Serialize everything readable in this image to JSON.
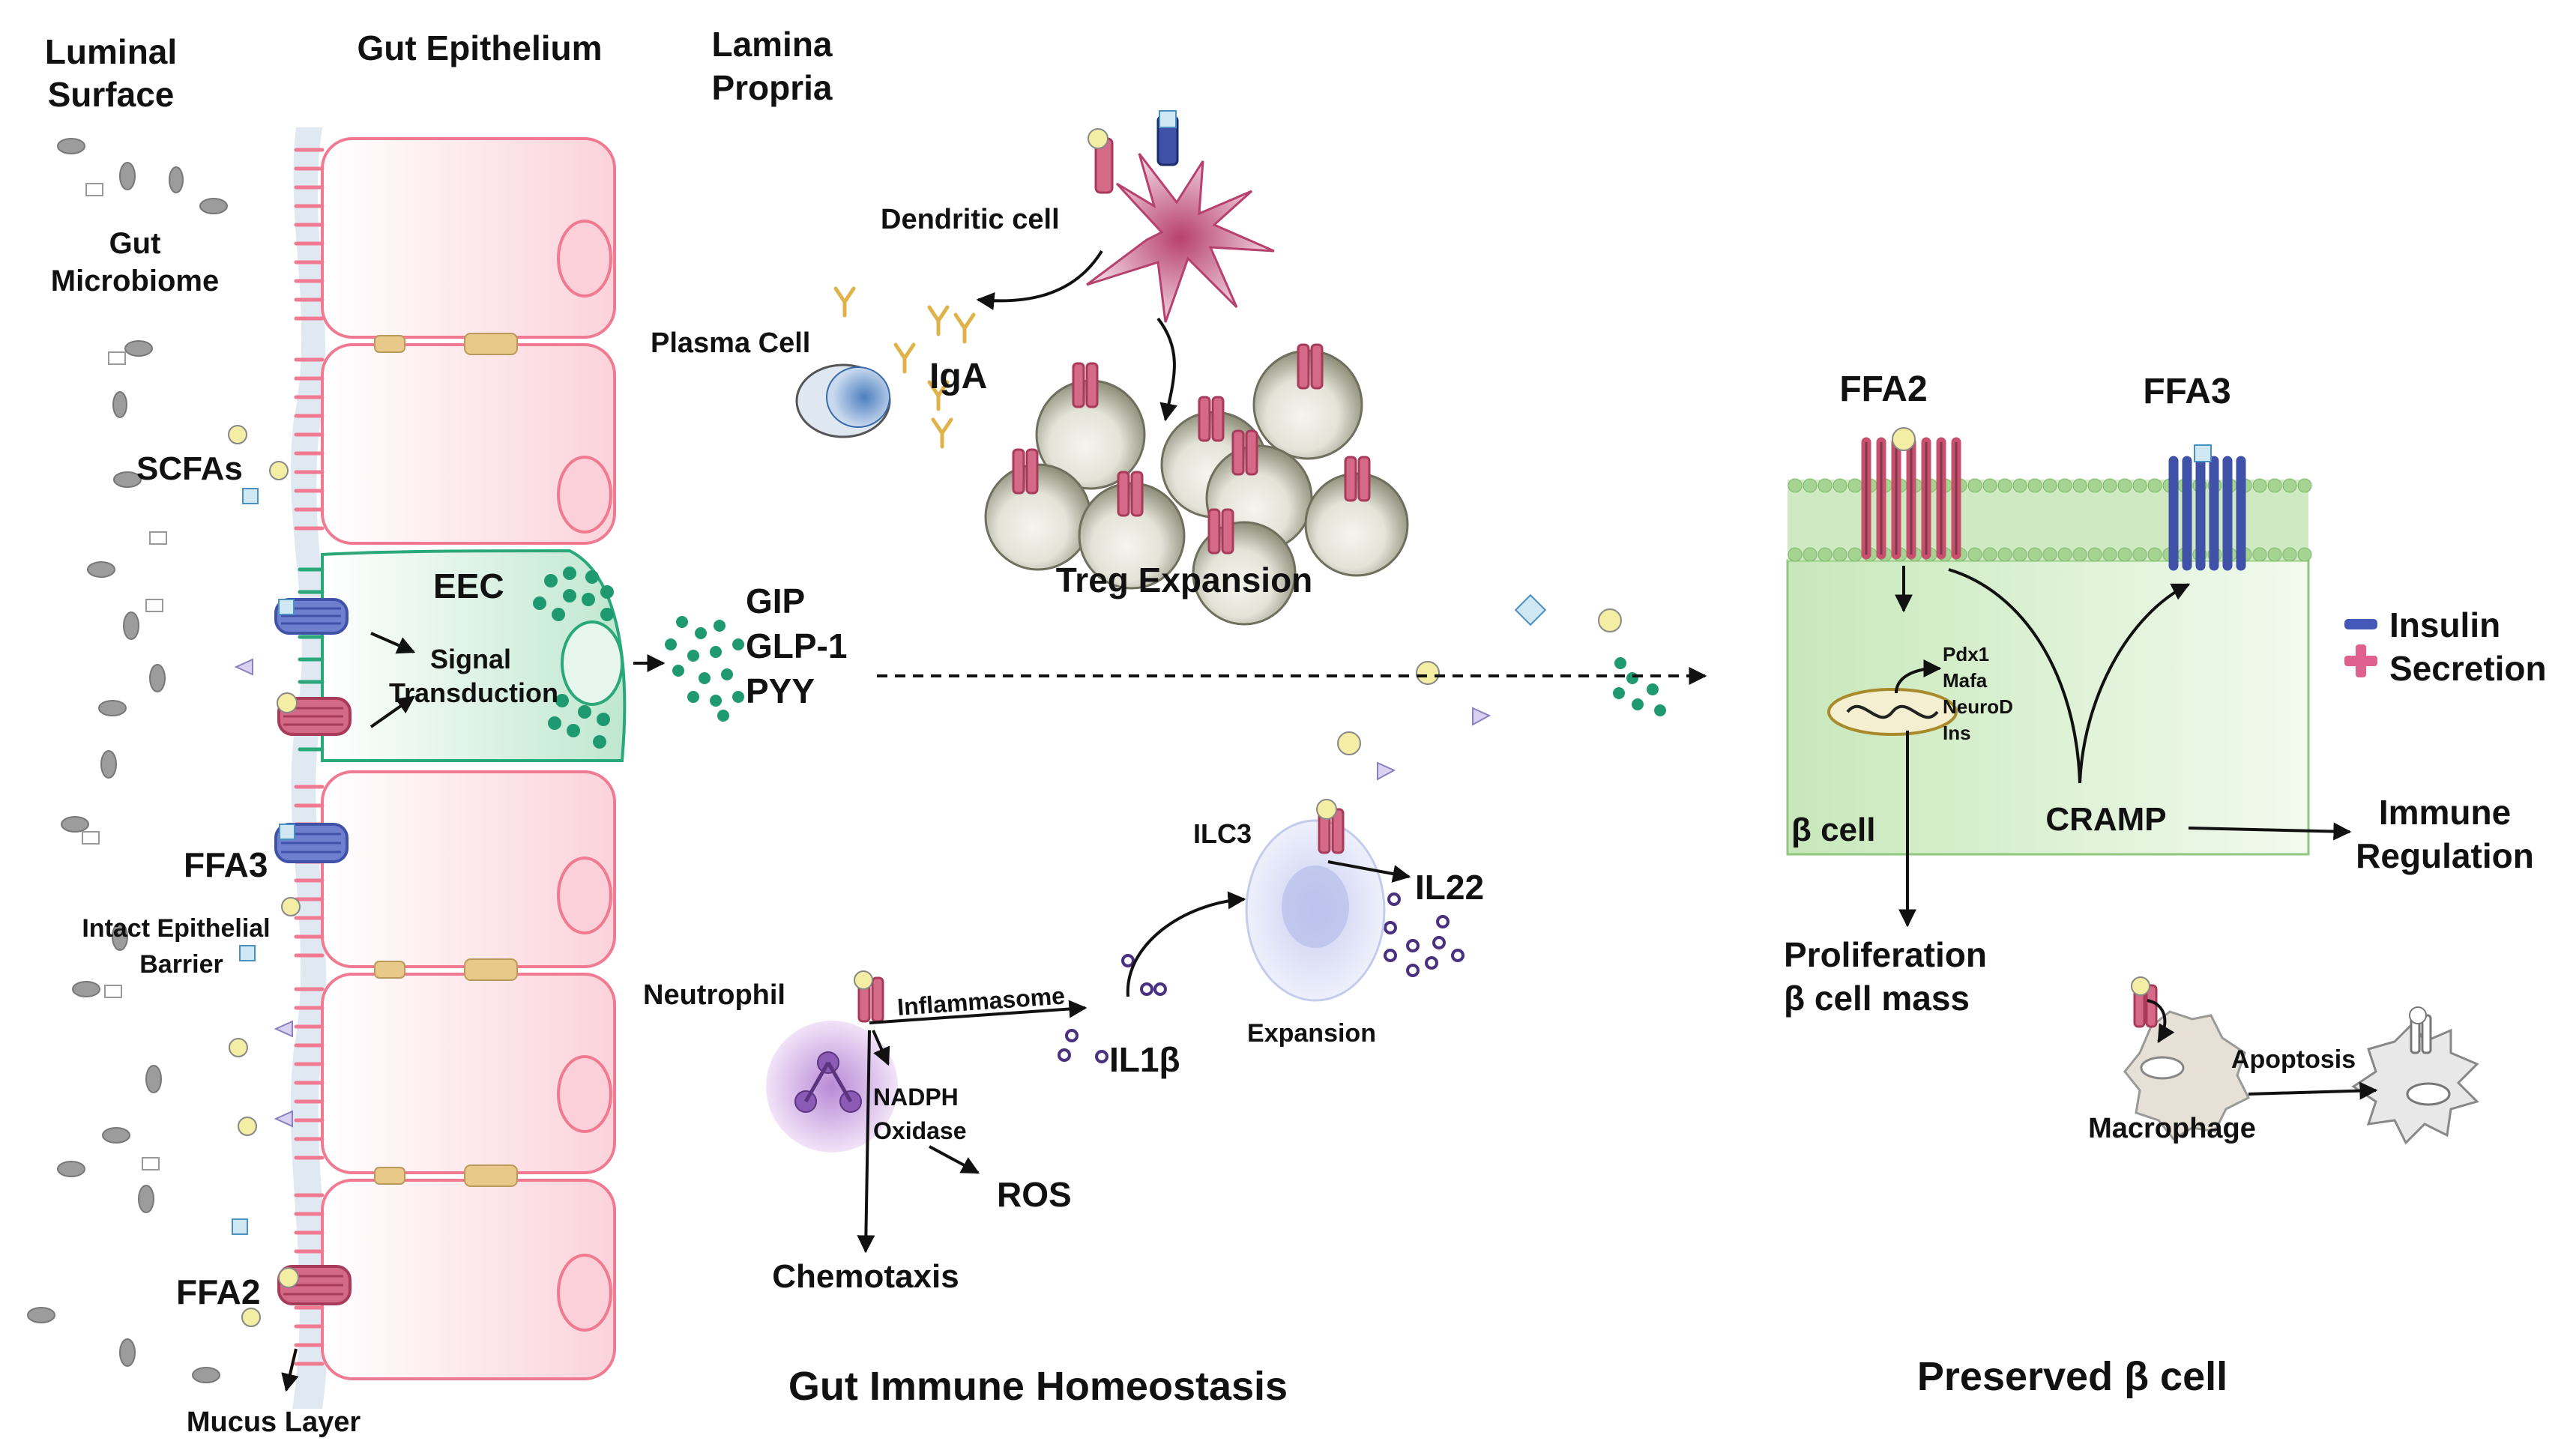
{
  "column_headers": {
    "luminal_line1": "Luminal",
    "luminal_line2": "Surface",
    "gut_epithelium": "Gut Epithelium",
    "lamina_line1": "Lamina",
    "lamina_line2": "Propria"
  },
  "left_labels": {
    "microbiome_line1": "Gut",
    "microbiome_line2": "Microbiome",
    "scfas": "SCFAs",
    "ffa3": "FFA3",
    "barrier_line1": "Intact Epithelial",
    "barrier_line2": "Barrier",
    "ffa2": "FFA2",
    "mucus": "Mucus Layer"
  },
  "eec": {
    "label": "EEC",
    "signal_line1": "Signal",
    "signal_line2": "Transduction",
    "hormones": [
      "GIP",
      "GLP-1",
      "PYY"
    ]
  },
  "immune": {
    "dendritic": "Dendritic cell",
    "plasma": "Plasma Cell",
    "iga": "IgA",
    "treg": "Treg Expansion",
    "ilc3": "ILC3",
    "il22": "IL22",
    "expansion": "Expansion",
    "neutrophil": "Neutrophil",
    "inflammasome": "Inflammasome",
    "il1b": "IL1β",
    "nadph_line1": "NADPH",
    "nadph_line2": "Oxidase",
    "ros": "ROS",
    "chemotaxis": "Chemotaxis",
    "section_title": "Gut Immune Homeostasis"
  },
  "beta_cell": {
    "ffa2": "FFA2",
    "ffa3": "FFA3",
    "genes": [
      "Pdx1",
      "Mafa",
      "NeuroD",
      "Ins"
    ],
    "label": "β cell",
    "cramp": "CRAMP",
    "immune_line1": "Immune",
    "immune_line2": "Regulation",
    "prolif_line1": "Proliferation",
    "prolif_line2": "β cell mass",
    "macrophage": "Macrophage",
    "apoptosis": "Apoptosis",
    "section_title": "Preserved β cell"
  },
  "legend": {
    "insulin": "Insulin",
    "secretion": "Secretion"
  },
  "colors": {
    "receptor_pink": "#c8506e",
    "receptor_blue": "#3f52a8",
    "eec_green": "#2aa87a",
    "epithelium_pink": "#f07a92",
    "scfa_yellow": "#f4eea4",
    "treg_gray": "#a9a993",
    "membrane_green": "#9ccf86"
  }
}
